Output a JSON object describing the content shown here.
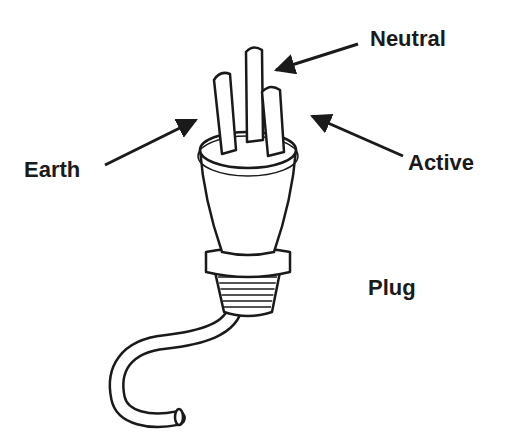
{
  "diagram": {
    "labels": [
      "Neutral",
      "Earth",
      "Active",
      "Plug"
    ]
  }
}
